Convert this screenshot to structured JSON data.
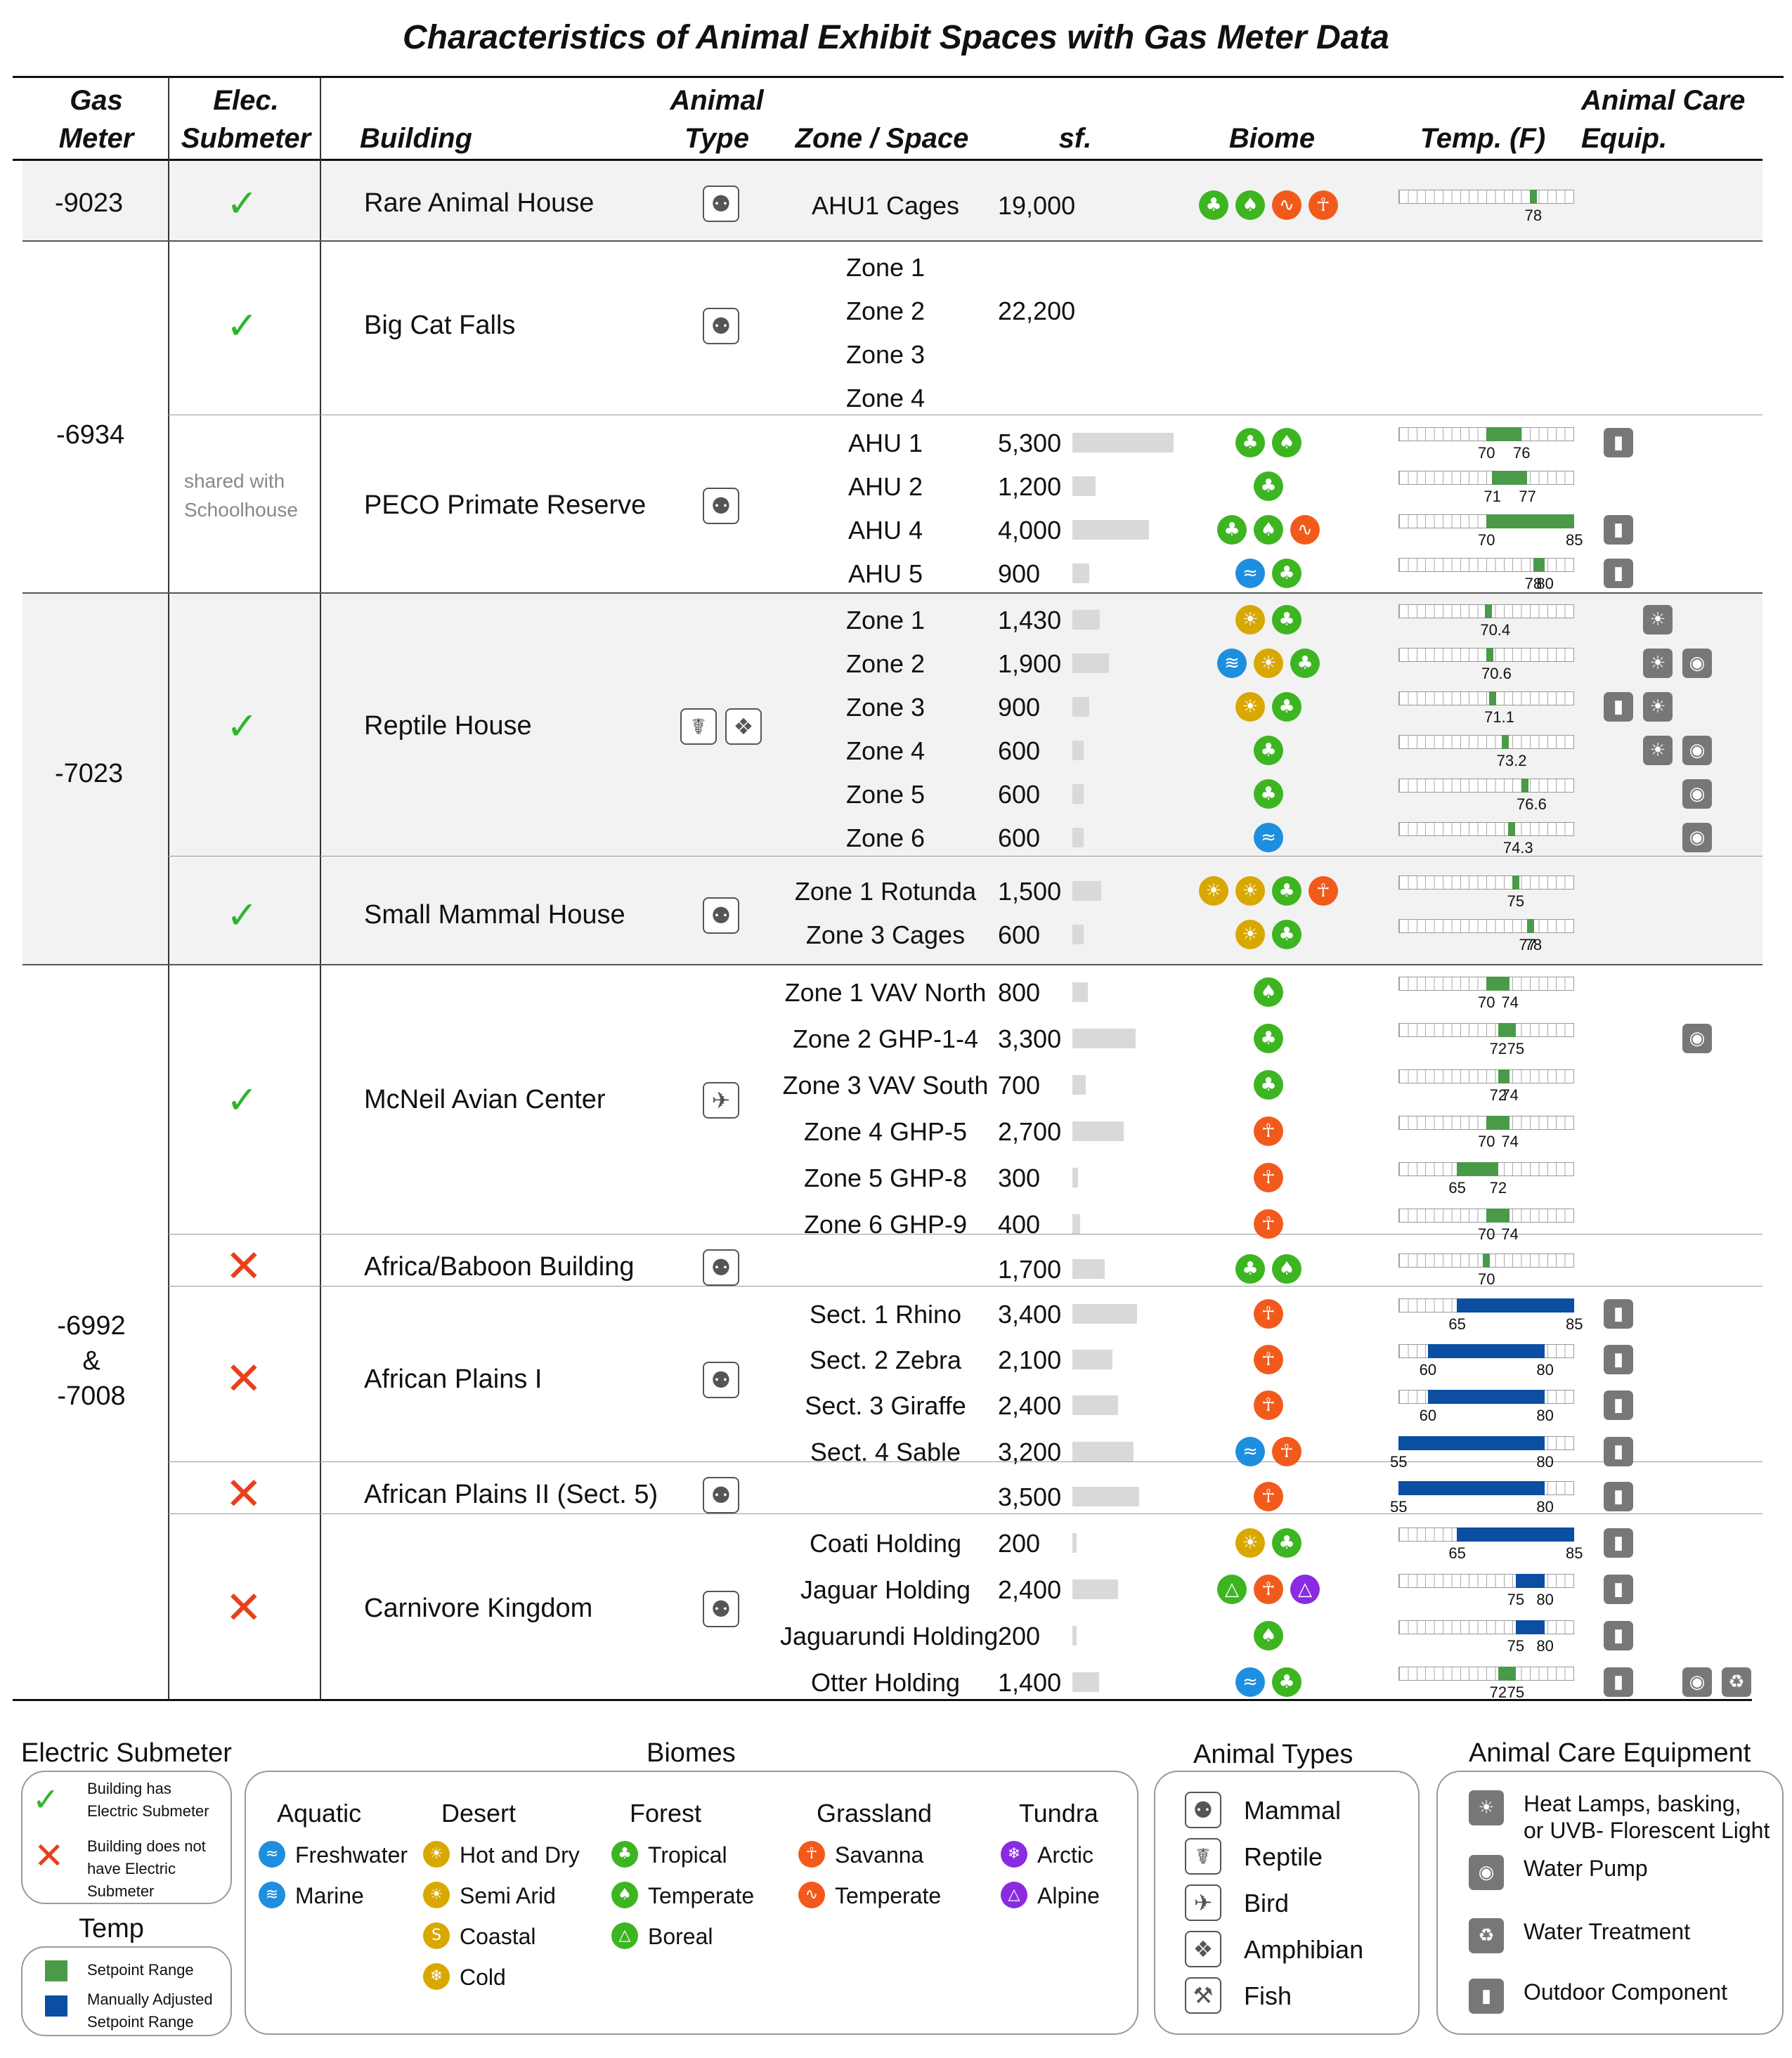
{
  "title": "Characteristics of Animal Exhibit Spaces with Gas Meter Data",
  "headers": {
    "gas": "Gas\nMeter",
    "elec": "Elec.\nSubmeter",
    "building": "Building",
    "animal": "Animal\nType",
    "zone": "Zone / Space",
    "sf": "sf.",
    "biome": "Biome",
    "temp": "Temp. (F)",
    "equip": "Animal Care\nEquip."
  },
  "gas_meters": [
    "-9023",
    "-6934",
    "-7023",
    "-6992\n&\n-7008"
  ],
  "shared_note": "shared with\nSchoolhouse",
  "buildings": [
    "Rare Animal House",
    "Big Cat Falls",
    "PECO Primate Reserve",
    "Reptile House",
    "Small Mammal House",
    "McNeil Avian Center",
    "Africa/Baboon Building",
    "African Plains I",
    "African Plains II (Sect. 5)",
    "Carnivore Kingdom"
  ],
  "elec_status": [
    "check",
    "check",
    "",
    "check",
    "check",
    "check",
    "cross",
    "cross",
    "cross",
    "cross"
  ],
  "big_cat_sf": "22,200",
  "rows": [
    {
      "zone": "AHU1 Cages",
      "sf": "19,000",
      "sfv": 0,
      "biomes": [
        "fT",
        "fTe",
        "gT",
        "gS"
      ],
      "temp": [
        78,
        78
      ],
      "tl": [
        "78"
      ],
      "blue": false,
      "equip": []
    },
    {
      "zone": "Zone 1",
      "sf": "",
      "sfv": 0,
      "biomes": [],
      "temp": null,
      "tl": [],
      "blue": false,
      "equip": []
    },
    {
      "zone": "Zone 2",
      "sf": "",
      "sfv": 0,
      "biomes": [],
      "temp": null,
      "tl": [],
      "blue": false,
      "equip": []
    },
    {
      "zone": "Zone 3",
      "sf": "",
      "sfv": 0,
      "biomes": [],
      "temp": null,
      "tl": [],
      "blue": false,
      "equip": []
    },
    {
      "zone": "Zone 4",
      "sf": "",
      "sfv": 0,
      "biomes": [],
      "temp": null,
      "tl": [],
      "blue": false,
      "equip": []
    },
    {
      "zone": "AHU 1",
      "sf": "5,300",
      "sfv": 5300,
      "biomes": [
        "fT",
        "fTe"
      ],
      "temp": [
        70,
        76
      ],
      "tl": [
        "70",
        "76"
      ],
      "blue": false,
      "equip": [
        "out"
      ]
    },
    {
      "zone": "AHU 2",
      "sf": "1,200",
      "sfv": 1200,
      "biomes": [
        "fT"
      ],
      "temp": [
        71,
        77
      ],
      "tl": [
        "71",
        "77"
      ],
      "blue": false,
      "equip": []
    },
    {
      "zone": "AHU 4",
      "sf": "4,000",
      "sfv": 4000,
      "biomes": [
        "fT",
        "fTe",
        "gT"
      ],
      "temp": [
        70,
        85
      ],
      "tl": [
        "70",
        "85"
      ],
      "blue": false,
      "equip": [
        "out"
      ]
    },
    {
      "zone": "AHU 5",
      "sf": "900",
      "sfv": 900,
      "biomes": [
        "aF",
        "fT"
      ],
      "temp": [
        78,
        80
      ],
      "tl": [
        "78",
        "80"
      ],
      "blue": false,
      "equip": [
        "out"
      ]
    },
    {
      "zone": "Zone 1",
      "sf": "1,430",
      "sfv": 1430,
      "biomes": [
        "dH",
        "fT"
      ],
      "temp": [
        70.4,
        70.4
      ],
      "tl": [
        "70.4"
      ],
      "blue": false,
      "equip": [
        "heat"
      ]
    },
    {
      "zone": "Zone 2",
      "sf": "1,900",
      "sfv": 1900,
      "biomes": [
        "aM",
        "dH",
        "fT"
      ],
      "temp": [
        70.6,
        70.6
      ],
      "tl": [
        "70.6"
      ],
      "blue": false,
      "equip": [
        "heat",
        "pump"
      ]
    },
    {
      "zone": "Zone 3",
      "sf": "900",
      "sfv": 900,
      "biomes": [
        "dH",
        "fT"
      ],
      "temp": [
        71.1,
        71.1
      ],
      "tl": [
        "71.1"
      ],
      "blue": false,
      "equip": [
        "out",
        "heat"
      ]
    },
    {
      "zone": "Zone 4",
      "sf": "600",
      "sfv": 600,
      "biomes": [
        "fT"
      ],
      "temp": [
        73.2,
        73.2
      ],
      "tl": [
        "73.2"
      ],
      "blue": false,
      "equip": [
        "heat",
        "pump"
      ]
    },
    {
      "zone": "Zone 5",
      "sf": "600",
      "sfv": 600,
      "biomes": [
        "fT"
      ],
      "temp": [
        76.6,
        76.6
      ],
      "tl": [
        "76.6"
      ],
      "blue": false,
      "equip": [
        "pump"
      ]
    },
    {
      "zone": "Zone 6",
      "sf": "600",
      "sfv": 600,
      "biomes": [
        "aF"
      ],
      "temp": [
        74.3,
        74.3
      ],
      "tl": [
        "74.3"
      ],
      "blue": false,
      "equip": [
        "pump"
      ]
    },
    {
      "zone": "Zone 1 Rotunda",
      "sf": "1,500",
      "sfv": 1500,
      "biomes": [
        "dH",
        "dS",
        "fT",
        "gS"
      ],
      "temp": [
        75,
        75
      ],
      "tl": [
        "75"
      ],
      "blue": false,
      "equip": []
    },
    {
      "zone": "Zone 3 Cages",
      "sf": "600",
      "sfv": 600,
      "biomes": [
        "dH",
        "fT"
      ],
      "temp": [
        77,
        78
      ],
      "tl": [
        "77",
        "78"
      ],
      "blue": false,
      "equip": []
    },
    {
      "zone": "Zone 1 VAV North",
      "sf": "800",
      "sfv": 800,
      "biomes": [
        "fTe"
      ],
      "temp": [
        70,
        74
      ],
      "tl": [
        "70",
        "74"
      ],
      "blue": false,
      "equip": []
    },
    {
      "zone": "Zone 2 GHP-1-4",
      "sf": "3,300",
      "sfv": 3300,
      "biomes": [
        "fT"
      ],
      "temp": [
        72,
        75
      ],
      "tl": [
        "72",
        "75"
      ],
      "blue": false,
      "equip": [
        "pump"
      ]
    },
    {
      "zone": "Zone 3 VAV South",
      "sf": "700",
      "sfv": 700,
      "biomes": [
        "fT"
      ],
      "temp": [
        72,
        74
      ],
      "tl": [
        "72",
        "74"
      ],
      "blue": false,
      "equip": []
    },
    {
      "zone": "Zone 4 GHP-5",
      "sf": "2,700",
      "sfv": 2700,
      "biomes": [
        "gS"
      ],
      "temp": [
        70,
        74
      ],
      "tl": [
        "70",
        "74"
      ],
      "blue": false,
      "equip": []
    },
    {
      "zone": "Zone 5 GHP-8",
      "sf": "300",
      "sfv": 300,
      "biomes": [
        "gS"
      ],
      "temp": [
        65,
        72
      ],
      "tl": [
        "65",
        "72"
      ],
      "blue": false,
      "equip": []
    },
    {
      "zone": "Zone 6 GHP-9",
      "sf": "400",
      "sfv": 400,
      "biomes": [
        "gS"
      ],
      "temp": [
        70,
        74
      ],
      "tl": [
        "70",
        "74"
      ],
      "blue": false,
      "equip": []
    },
    {
      "zone": "",
      "sf": "1,700",
      "sfv": 1700,
      "biomes": [
        "fT",
        "fTe"
      ],
      "temp": [
        70,
        70
      ],
      "tl": [
        "70"
      ],
      "blue": false,
      "equip": []
    },
    {
      "zone": "Sect. 1 Rhino",
      "sf": "3,400",
      "sfv": 3400,
      "biomes": [
        "gS"
      ],
      "temp": [
        65,
        85
      ],
      "tl": [
        "65",
        "85"
      ],
      "blue": true,
      "equip": [
        "out"
      ]
    },
    {
      "zone": "Sect. 2 Zebra",
      "sf": "2,100",
      "sfv": 2100,
      "biomes": [
        "gS"
      ],
      "temp": [
        60,
        80
      ],
      "tl": [
        "60",
        "80"
      ],
      "blue": true,
      "equip": [
        "out"
      ]
    },
    {
      "zone": "Sect. 3 Giraffe",
      "sf": "2,400",
      "sfv": 2400,
      "biomes": [
        "gS"
      ],
      "temp": [
        60,
        80
      ],
      "tl": [
        "60",
        "80"
      ],
      "blue": true,
      "equip": [
        "out"
      ]
    },
    {
      "zone": "Sect. 4 Sable",
      "sf": "3,200",
      "sfv": 3200,
      "biomes": [
        "aF",
        "gS"
      ],
      "temp": [
        55,
        80
      ],
      "tl": [
        "55",
        "80"
      ],
      "blue": true,
      "equip": [
        "out"
      ]
    },
    {
      "zone": "",
      "sf": "3,500",
      "sfv": 3500,
      "biomes": [
        "gS"
      ],
      "temp": [
        55,
        80
      ],
      "tl": [
        "55",
        "80"
      ],
      "blue": true,
      "equip": [
        "out"
      ]
    },
    {
      "zone": "Coati Holding",
      "sf": "200",
      "sfv": 200,
      "biomes": [
        "dH",
        "fT"
      ],
      "temp": [
        65,
        85
      ],
      "tl": [
        "65",
        "85"
      ],
      "blue": true,
      "equip": [
        "out"
      ]
    },
    {
      "zone": "Jaguar Holding",
      "sf": "2,400",
      "sfv": 2400,
      "biomes": [
        "fB",
        "gS",
        "tA"
      ],
      "temp": [
        75,
        80
      ],
      "tl": [
        "75",
        "80"
      ],
      "blue": true,
      "equip": [
        "out"
      ]
    },
    {
      "zone": "Jaguarundi Holding",
      "sf": "200",
      "sfv": 200,
      "biomes": [
        "fTe"
      ],
      "temp": [
        75,
        80
      ],
      "tl": [
        "75",
        "80"
      ],
      "blue": true,
      "equip": [
        "out"
      ]
    },
    {
      "zone": "Otter Holding",
      "sf": "1,400",
      "sfv": 1400,
      "biomes": [
        "aF",
        "fT"
      ],
      "temp": [
        72,
        75
      ],
      "tl": [
        "72",
        "75"
      ],
      "blue": false,
      "equip": [
        "out",
        "pump",
        "treat"
      ]
    }
  ],
  "biome_colors": {
    "aF": "#1e8fde",
    "aM": "#1e8fde",
    "dH": "#d9a800",
    "dS": "#d9a800",
    "dC": "#d9a800",
    "dCo": "#d9a800",
    "fT": "#3cb521",
    "fTe": "#3cb521",
    "fB": "#3cb521",
    "gS": "#f25a1c",
    "gT": "#f25a1c",
    "tAr": "#8a2be2",
    "tA": "#8a2be2"
  },
  "biome_glyphs": {
    "aF": "≈",
    "aM": "≋",
    "dH": "☀",
    "dS": "☀",
    "dC": "S",
    "dCo": "❄",
    "fT": "♣",
    "fTe": "♠",
    "fB": "△",
    "gS": "☥",
    "gT": "∿",
    "tAr": "❄",
    "tA": "△"
  },
  "equip_glyphs": {
    "heat": "☀",
    "pump": "◉",
    "treat": "♻",
    "out": "▮"
  },
  "animal_glyphs": {
    "mammal": "⚉",
    "reptile": "☤",
    "bird": "✈",
    "amphibian": "❖",
    "fish": "⚒"
  },
  "colors": {
    "setpoint": "#4a9a4a",
    "manual": "#0b4ea2",
    "check": "#2db52d",
    "cross": "#e8401c"
  },
  "legend": {
    "elec": {
      "title": "Electric Submeter",
      "has": "Building has\nElectric Submeter",
      "hasnot": "Building does not\nhave Electric\nSubmeter"
    },
    "temp": {
      "title": "Temp",
      "setpoint": "Setpoint Range",
      "manual": "Manually Adjusted\nSetpoint Range"
    },
    "biomes": {
      "title": "Biomes",
      "groups": [
        {
          "name": "Aquatic",
          "items": [
            {
              "k": "aF",
              "label": "Freshwater"
            },
            {
              "k": "aM",
              "label": "Marine"
            }
          ]
        },
        {
          "name": "Desert",
          "items": [
            {
              "k": "dH",
              "label": "Hot and Dry"
            },
            {
              "k": "dS",
              "label": "Semi Arid"
            },
            {
              "k": "dC",
              "label": "Coastal"
            },
            {
              "k": "dCo",
              "label": "Cold"
            }
          ]
        },
        {
          "name": "Forest",
          "items": [
            {
              "k": "fT",
              "label": "Tropical"
            },
            {
              "k": "fTe",
              "label": "Temperate"
            },
            {
              "k": "fB",
              "label": "Boreal"
            }
          ]
        },
        {
          "name": "Grassland",
          "items": [
            {
              "k": "gS",
              "label": "Savanna"
            },
            {
              "k": "gT",
              "label": "Temperate"
            }
          ]
        },
        {
          "name": "Tundra",
          "items": [
            {
              "k": "tAr",
              "label": "Arctic"
            },
            {
              "k": "tA",
              "label": "Alpine"
            }
          ]
        }
      ]
    },
    "animals": {
      "title": "Animal Types",
      "items": [
        {
          "k": "mammal",
          "label": "Mammal"
        },
        {
          "k": "reptile",
          "label": "Reptile"
        },
        {
          "k": "bird",
          "label": "Bird"
        },
        {
          "k": "amphibian",
          "label": "Amphibian"
        },
        {
          "k": "fish",
          "label": "Fish"
        }
      ]
    },
    "equip": {
      "title": "Animal Care Equipment",
      "items": [
        {
          "k": "heat",
          "label": "Heat Lamps, basking,\nor UVB- Florescent Light"
        },
        {
          "k": "pump",
          "label": "Water Pump"
        },
        {
          "k": "treat",
          "label": "Water Treatment"
        },
        {
          "k": "out",
          "label": "Outdoor Component"
        }
      ]
    }
  },
  "building_animals": [
    [
      "mammal"
    ],
    [
      "mammal"
    ],
    [
      "mammal"
    ],
    [
      "reptile",
      "amphibian"
    ],
    [
      "mammal"
    ],
    [
      "bird"
    ],
    [
      "mammal"
    ],
    [
      "mammal"
    ],
    [
      "mammal"
    ],
    [
      "mammal"
    ]
  ]
}
